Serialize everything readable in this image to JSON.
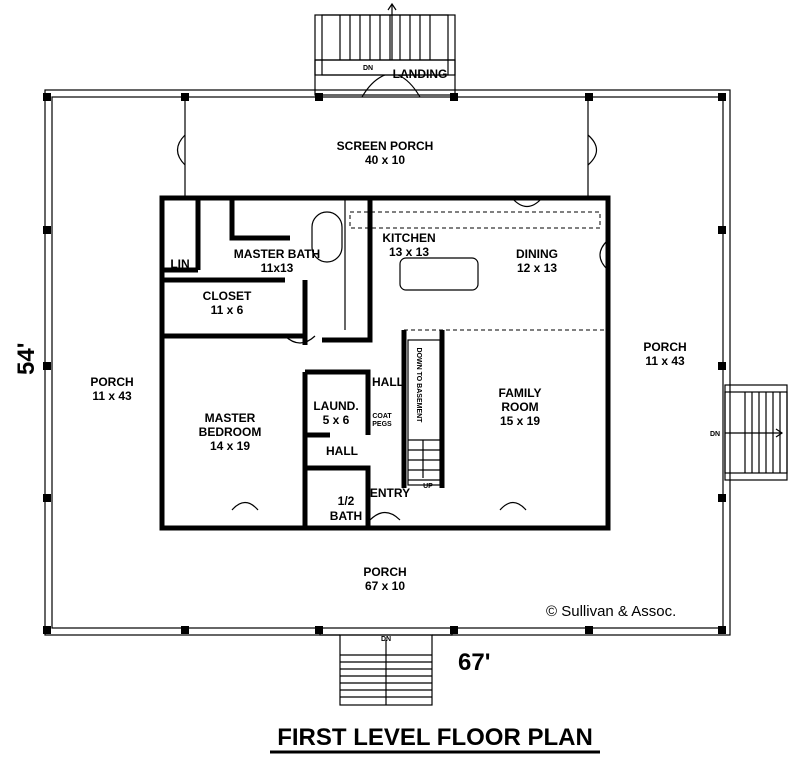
{
  "title": "FIRST LEVEL FLOOR PLAN",
  "dimensions": {
    "depth": "54'",
    "width": "67'"
  },
  "copyright": "© Sullivan & Assoc.",
  "rooms": {
    "landing": {
      "name": "LANDING"
    },
    "screen_porch": {
      "name": "SCREEN PORCH",
      "size": "40 x 10"
    },
    "master_bath": {
      "name": "MASTER BATH",
      "size": "11x13"
    },
    "lin": {
      "name": "LIN"
    },
    "closet": {
      "name": "CLOSET",
      "size": "11 x 6"
    },
    "kitchen": {
      "name": "KITCHEN",
      "size": "13 x 13"
    },
    "dining": {
      "name": "DINING",
      "size": "12 x 13"
    },
    "porch_left": {
      "name": "PORCH",
      "size": "11 x 43"
    },
    "porch_right": {
      "name": "PORCH",
      "size": "11 x 43"
    },
    "master_bedroom": {
      "name": "MASTER",
      "name2": "BEDROOM",
      "size": "14 x 19"
    },
    "hall_upper": {
      "name": "HALL"
    },
    "laundry": {
      "name": "LAUND.",
      "size": "5 x 6"
    },
    "coat_pegs": {
      "line1": "COAT",
      "line2": "PEGS"
    },
    "hall_lower": {
      "name": "HALL"
    },
    "half_bath": {
      "name": "1/2",
      "name2": "BATH"
    },
    "entry": {
      "name": "ENTRY"
    },
    "family_room": {
      "name": "FAMILY",
      "name2": "ROOM",
      "size": "15 x 19"
    },
    "porch_front": {
      "name": "PORCH",
      "size": "67 x 10"
    }
  },
  "stair_labels": {
    "top_dn": "DN",
    "right_dn": "DN",
    "bottom_dn": "DN",
    "interior_up": "UP",
    "interior_down": "DOWN TO BASEMENT"
  }
}
